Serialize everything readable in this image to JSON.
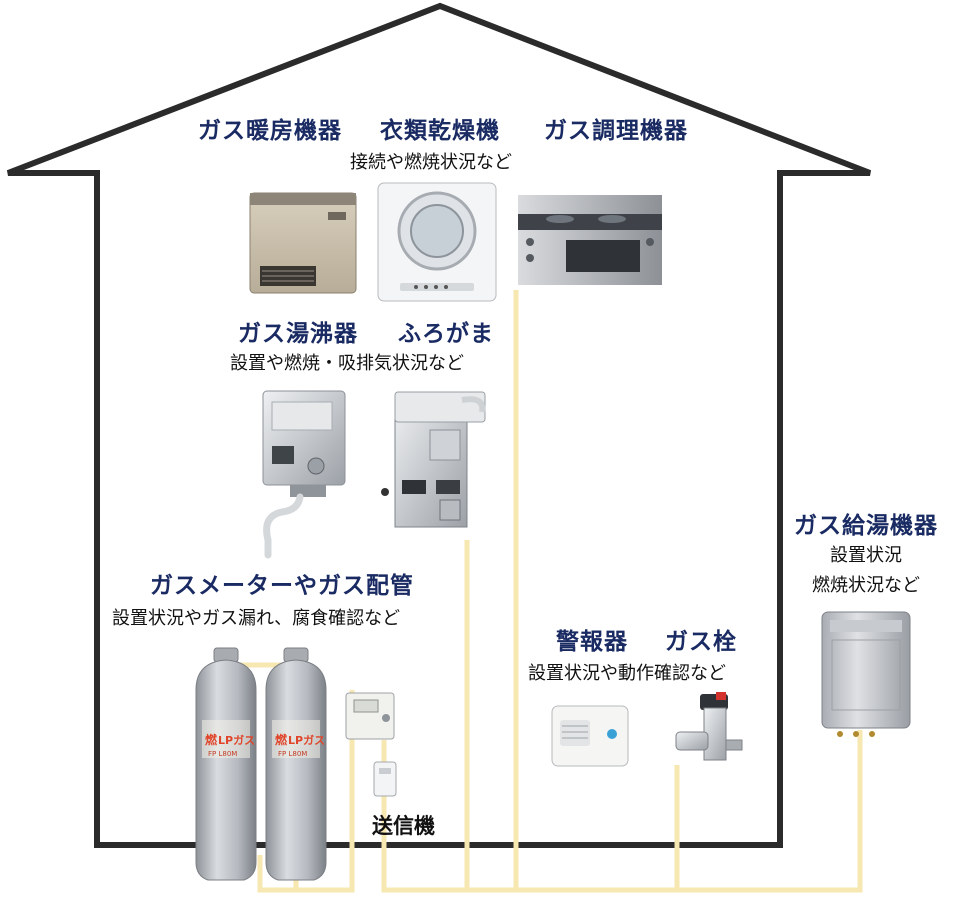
{
  "labels": {
    "heater": "ガス暖房機器",
    "dryer": "衣類乾燥機",
    "cooking": "ガス調理機器",
    "upper_note": "接続や燃焼状況など",
    "kettle": "ガス湯沸器",
    "bath": "ふろがま",
    "middle_note": "設置や燃焼・吸排気状況など",
    "meter": "ガスメーターやガス配管",
    "meter_note": "設置状況やガス漏れ、腐食確認など",
    "alarm": "警報器",
    "cock": "ガス栓",
    "alarm_note": "設置状況や動作確認など",
    "water_heater": "ガス給湯機器",
    "water_heater_note1": "設置状況",
    "water_heater_note2": "燃焼状況など",
    "transmitter": "送信機"
  },
  "cylinder": {
    "brand": "LPガス",
    "flame": "燃",
    "spec": "FP L80M"
  },
  "colors": {
    "house_outline": "#2b2b2b",
    "pipe": "#f7e7b0",
    "title_text": "#1a2b63",
    "cylinder_body": "#b9bdc3",
    "cylinder_label": "#e0452a"
  }
}
